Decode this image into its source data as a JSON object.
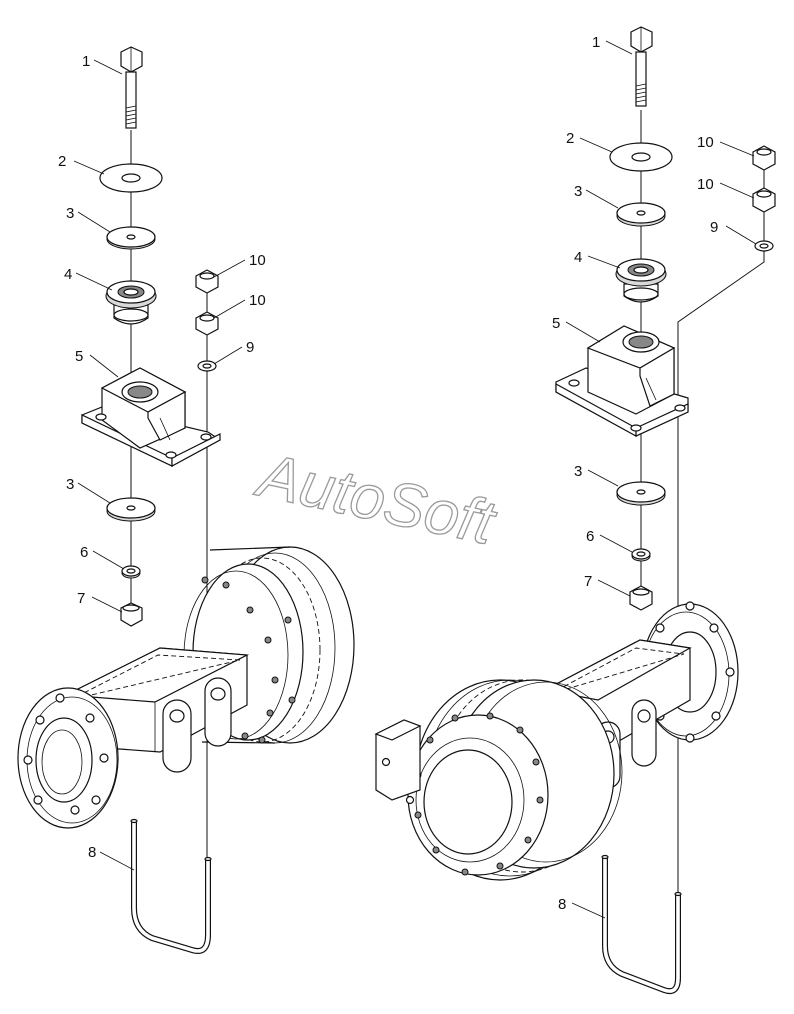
{
  "watermark": "AutoSoft",
  "left_assembly": {
    "callouts": [
      "1",
      "2",
      "3",
      "4",
      "10",
      "10",
      "5",
      "9",
      "3",
      "6",
      "7",
      "8"
    ]
  },
  "right_assembly": {
    "callouts": [
      "1",
      "2",
      "10",
      "3",
      "10",
      "9",
      "4",
      "5",
      "3",
      "6",
      "7",
      "8"
    ]
  }
}
